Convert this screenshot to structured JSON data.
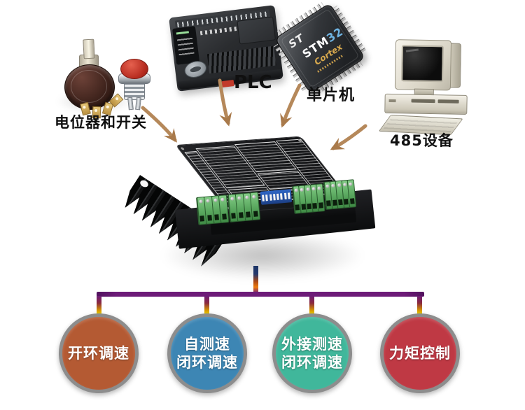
{
  "sources": [
    {
      "label": "电位器和开关"
    },
    {
      "label": "PLC"
    },
    {
      "label": "单片机",
      "chip": {
        "logo": "ST",
        "name_prefix": "STM",
        "name_suffix": "32",
        "core": "Cortex"
      }
    },
    {
      "label": "485设备"
    }
  ],
  "modes": [
    {
      "lines": [
        "开环调速"
      ],
      "color": "#b45a33"
    },
    {
      "lines": [
        "自测速",
        "闭环调速"
      ],
      "color": "#3d86b4"
    },
    {
      "lines": [
        "外接测速",
        "闭环调速"
      ],
      "color": "#40b79b"
    },
    {
      "lines": [
        "力矩控制"
      ],
      "color": "#bf3944"
    }
  ],
  "colors": {
    "arrow": "#b5885a",
    "arrow_head": "#a97a4b",
    "bus_bar": "#6d1b78",
    "drop_yellow": "#f2e400",
    "driver_line_navy": "#1c3566",
    "driver_line_orange": "#ee7d0e",
    "circle_border": "#8d8d8d"
  }
}
